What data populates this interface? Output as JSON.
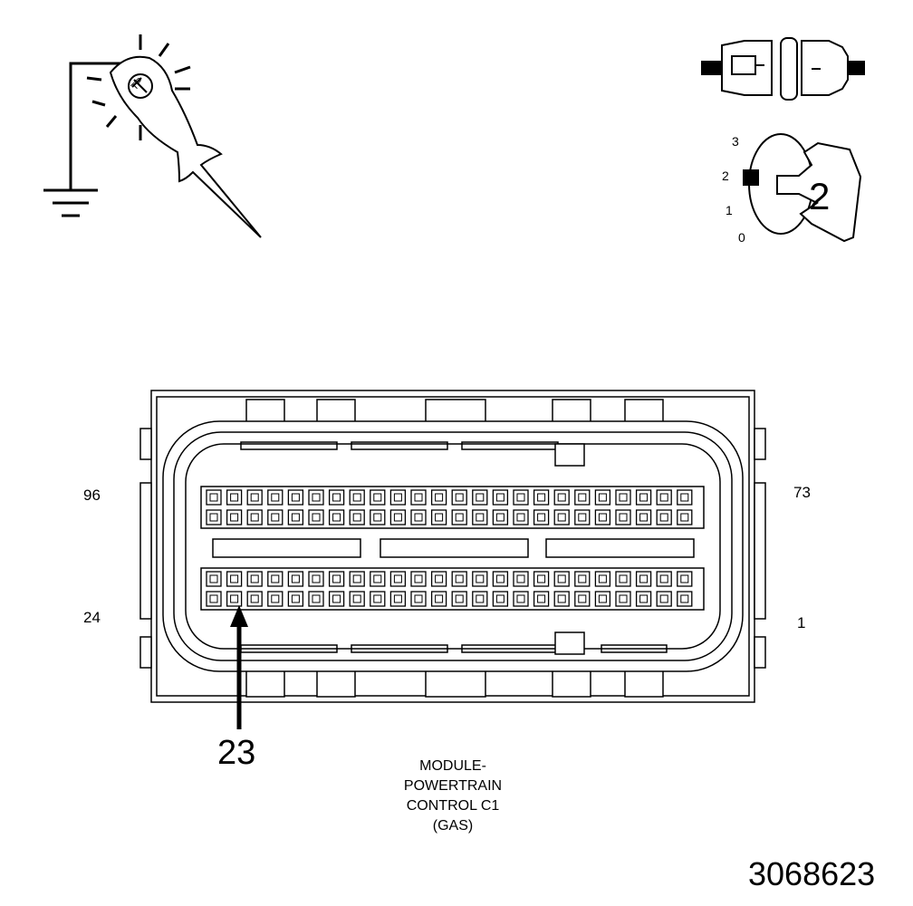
{
  "probe": {
    "symbol_text": "TP"
  },
  "ignition": {
    "positions": [
      "3",
      "2",
      "1",
      "0"
    ],
    "selected_position": "2"
  },
  "connector": {
    "pin_labels": {
      "top_left": "96",
      "top_right": "73",
      "bottom_left": "24",
      "bottom_right": "1"
    },
    "callout_pin": "23",
    "caption_lines": [
      "MODULE-",
      "POWERTRAIN",
      "CONTROL C1",
      "(GAS)"
    ]
  },
  "document_number": "3068623"
}
